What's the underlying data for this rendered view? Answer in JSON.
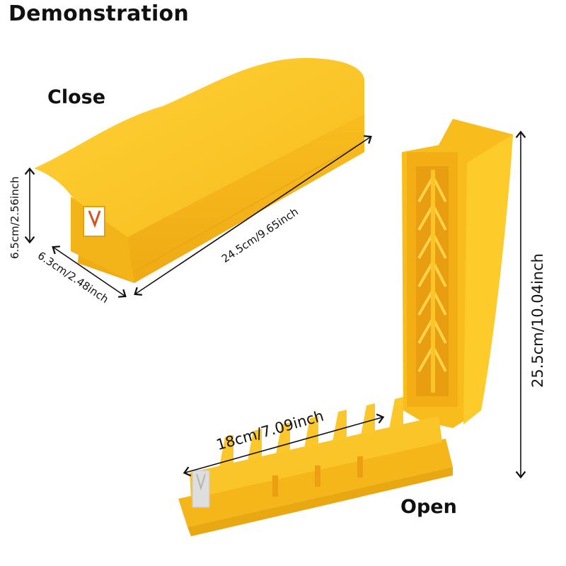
{
  "title": "Demonstration",
  "closed_view": {
    "label": "Close",
    "dimensions": {
      "height": "6.5cm/2.56inch",
      "width": "6.3cm/2.48inch",
      "length": "24.5cm/9.65inch"
    }
  },
  "open_view": {
    "label": "Open",
    "dimensions": {
      "base_length": "18cm/7.09inch",
      "open_height": "25.5cm/10.04inch"
    }
  },
  "colors": {
    "product_yellow": "#f7c320",
    "product_shadow": "#e9a812",
    "product_highlight": "#ffd84a",
    "blade_silver": "#d9d9d9",
    "text": "#111111",
    "background": "#ffffff"
  }
}
